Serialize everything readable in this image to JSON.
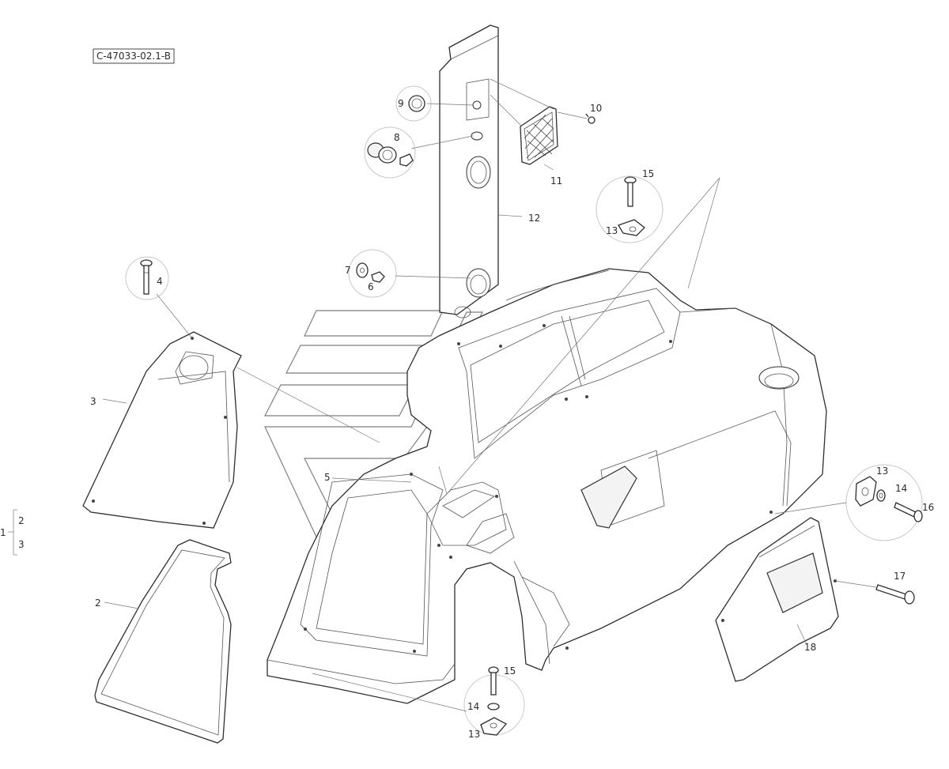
{
  "drawing_ref": "C-47033-02.1-B",
  "callouts": {
    "p1": "1",
    "p2_bracket": "2",
    "p3_bracket": "3",
    "p2": "2",
    "p3": "3",
    "p4": "4",
    "p5": "5",
    "p6": "6",
    "p7": "7",
    "p8": "8",
    "p9": "9",
    "p10": "10",
    "p11": "11",
    "p12": "12",
    "p13_top": "13",
    "p13_right": "13",
    "p13_bottom": "13",
    "p14_right": "14",
    "p14_bottom": "14",
    "p15_top": "15",
    "p15_bottom": "15",
    "p16": "16",
    "p17": "17",
    "p18": "18"
  }
}
